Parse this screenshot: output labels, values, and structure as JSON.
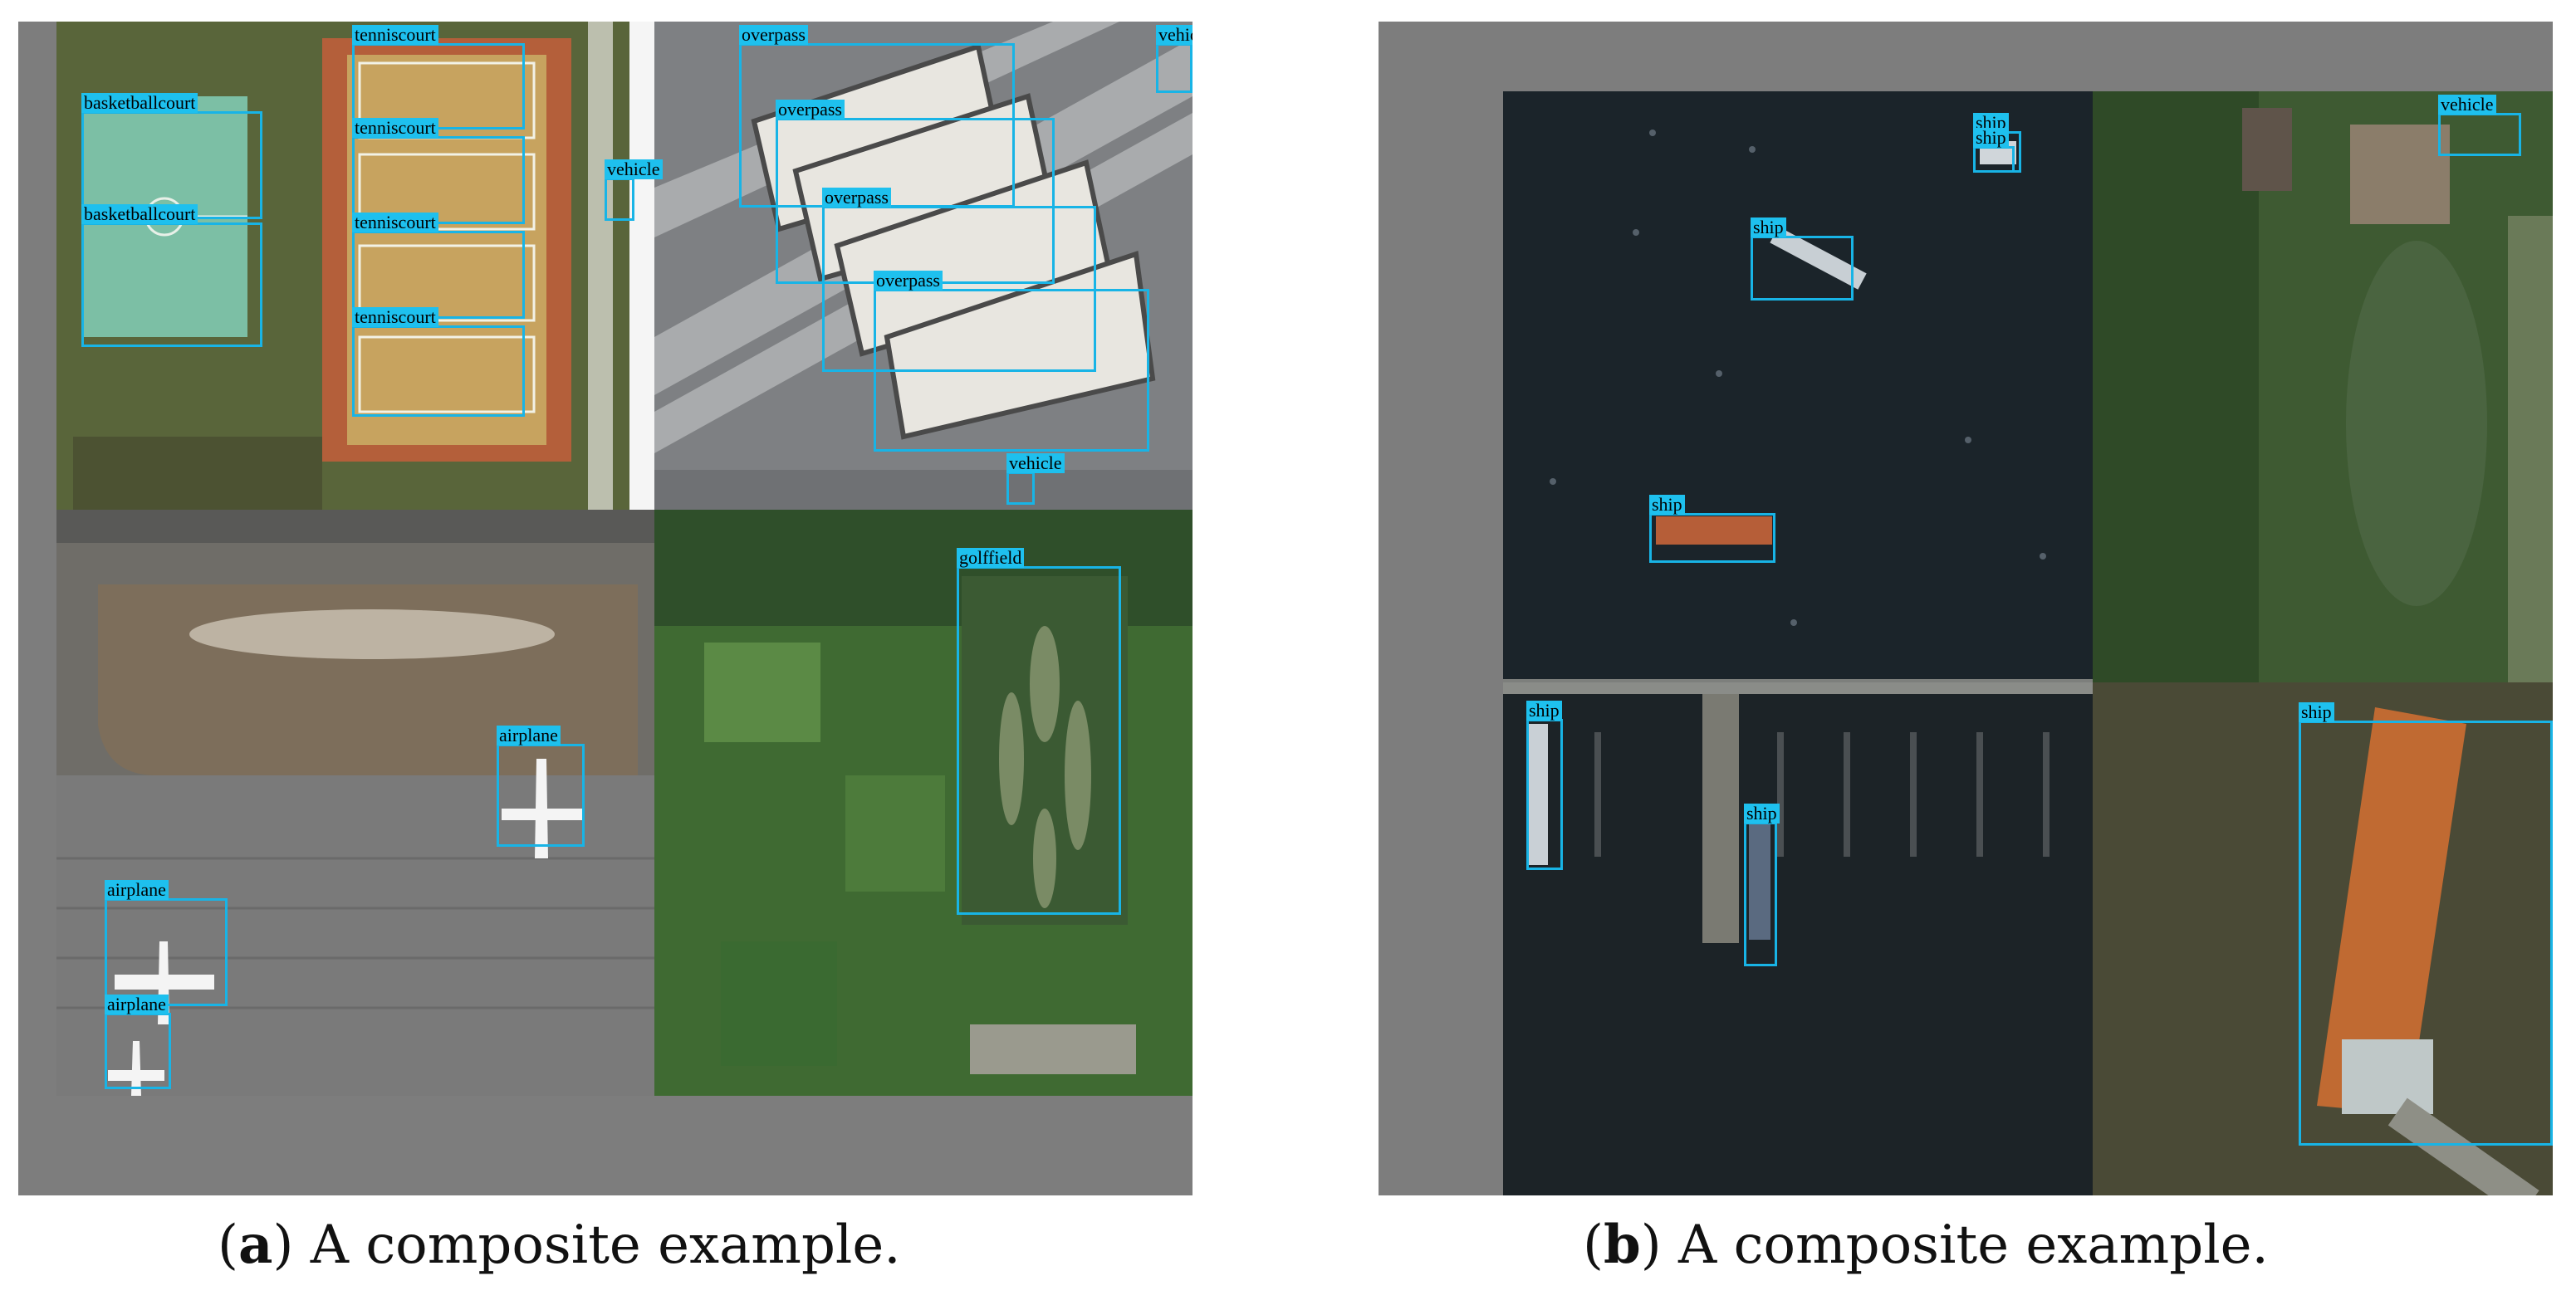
{
  "panel_a": {
    "caption_letter": "a",
    "caption_text": "A composite example.",
    "labels": {
      "bb1": "basketballcourt",
      "bb2": "basketballcourt",
      "tc1": "tenniscourt",
      "tc2": "tenniscourt",
      "tc3": "tenniscourt",
      "tc4": "tenniscourt",
      "veh1": "vehicle",
      "veh2": "vehicle",
      "veh3": "vehicle",
      "ov1": "overpass",
      "ov2": "overpass",
      "ov3": "overpass",
      "ov4": "overpass",
      "golf": "golffield",
      "air1": "airplane",
      "air2": "airplane",
      "air3": "airplane"
    }
  },
  "panel_b": {
    "caption_letter": "b",
    "caption_text": "A composite example.",
    "labels": {
      "s1": "ship",
      "s2": "ship",
      "s3": "ship",
      "s4": "ship",
      "s5": "ship",
      "s6": "ship",
      "s7": "ship",
      "veh": "vehicle"
    }
  },
  "colors": {
    "box": "#18b4e6",
    "label_bg": "#1ec0ee",
    "padding_gray": "#7d7d7d",
    "water": "#1a2328"
  }
}
